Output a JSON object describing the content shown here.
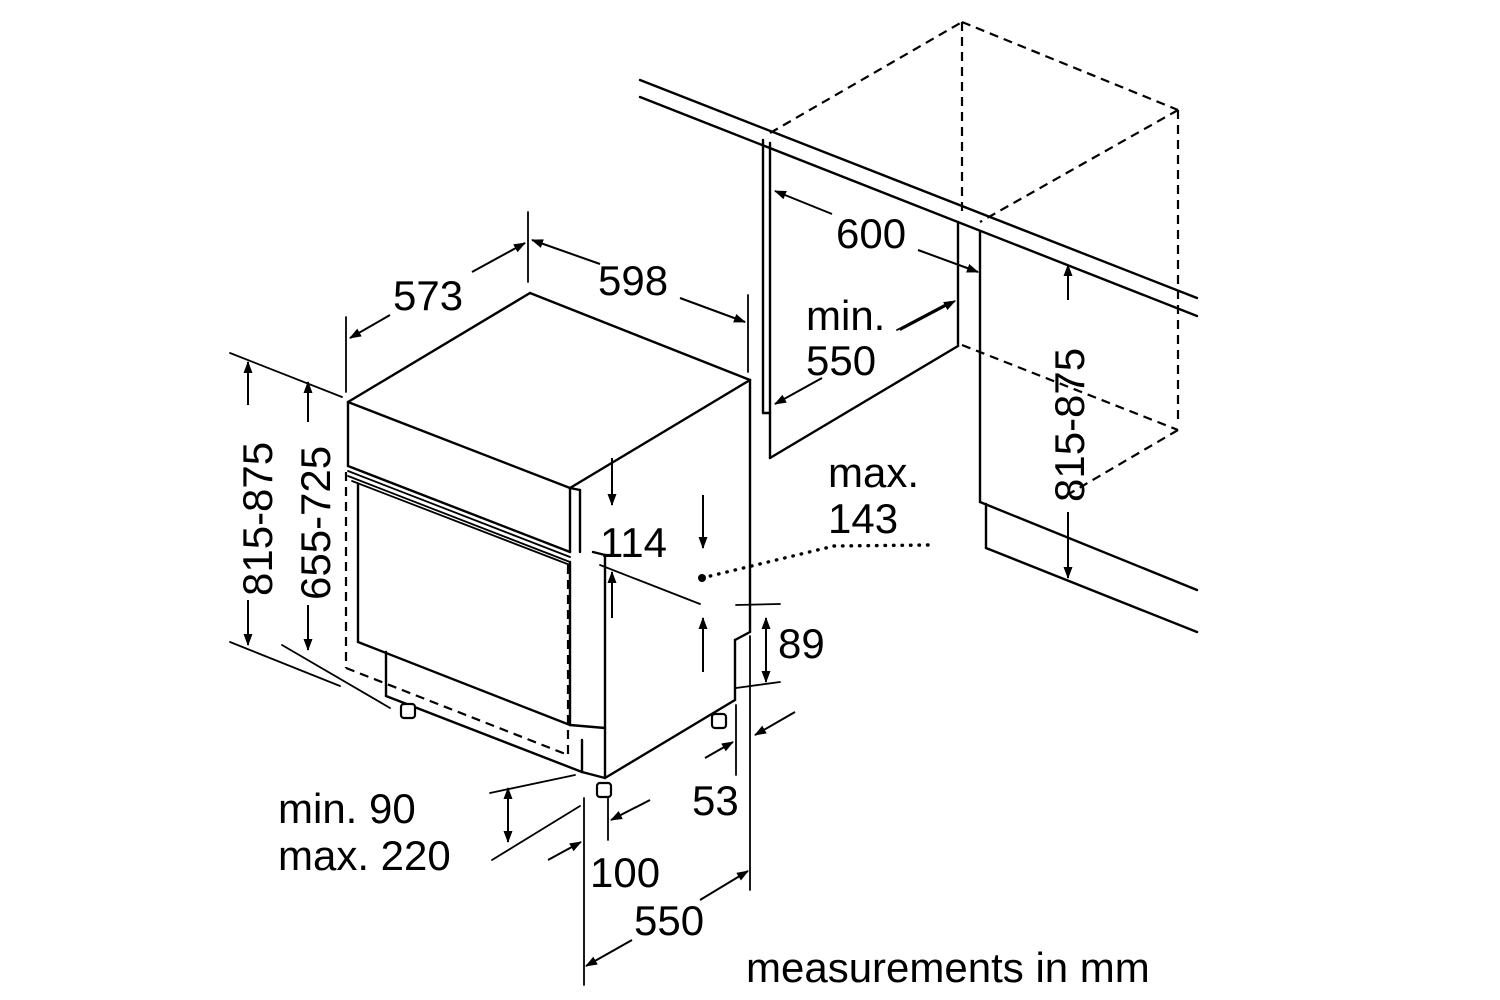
{
  "labels": {
    "depth_573": "573",
    "width_598": "598",
    "niche_width_600": "600",
    "niche_depth_min": "min.",
    "niche_depth_550": "550",
    "niche_height": "815-875",
    "height_total": "815-875",
    "height_body": "655-725",
    "panel_114": "114",
    "offset_max": "max.",
    "offset_143": "143",
    "foot_89": "89",
    "foot_53": "53",
    "plinth_min": "min. 90",
    "plinth_max": "max. 220",
    "recess_100": "100",
    "depth_550": "550",
    "units_note": "measurements in mm"
  }
}
